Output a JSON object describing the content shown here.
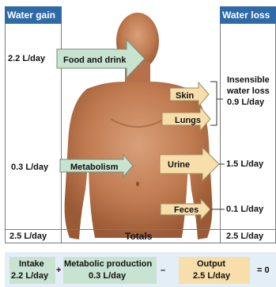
{
  "headers": {
    "gain": "Water gain",
    "loss": "Water loss"
  },
  "gain_rates": {
    "food": "2.2 L/day",
    "metabolism": "0.3 L/day"
  },
  "arrows": {
    "food": "Food and drink",
    "metabolism": "Metabolism",
    "skin": "Skin",
    "lungs": "Lungs",
    "urine": "Urine",
    "feces": "Feces"
  },
  "insensible": {
    "line1": "Insensible",
    "line2": "water loss",
    "line3": "0.9 L/day"
  },
  "loss_rates": {
    "urine": "1.5 L/day",
    "feces": "0.1 L/day"
  },
  "totals": {
    "gain": "2.5 L/day",
    "label": "Totals",
    "loss": "2.5 L/day"
  },
  "equation": {
    "intake_label": "Intake",
    "intake_value": "2.2 L/day",
    "plus": "+",
    "metabolic_label": "Metabolic production",
    "metabolic_value": "0.3 L/day",
    "minus": "–",
    "output_label": "Output",
    "output_value": "2.5 L/day",
    "equals": "= 0"
  },
  "colors": {
    "header_blue": "#2f6aa8",
    "gain_arrow": "#c8e3d0",
    "loss_arrow": "#f7deaa",
    "skin_tone": "#c47f55",
    "equation_bg": "#e4eef7"
  }
}
